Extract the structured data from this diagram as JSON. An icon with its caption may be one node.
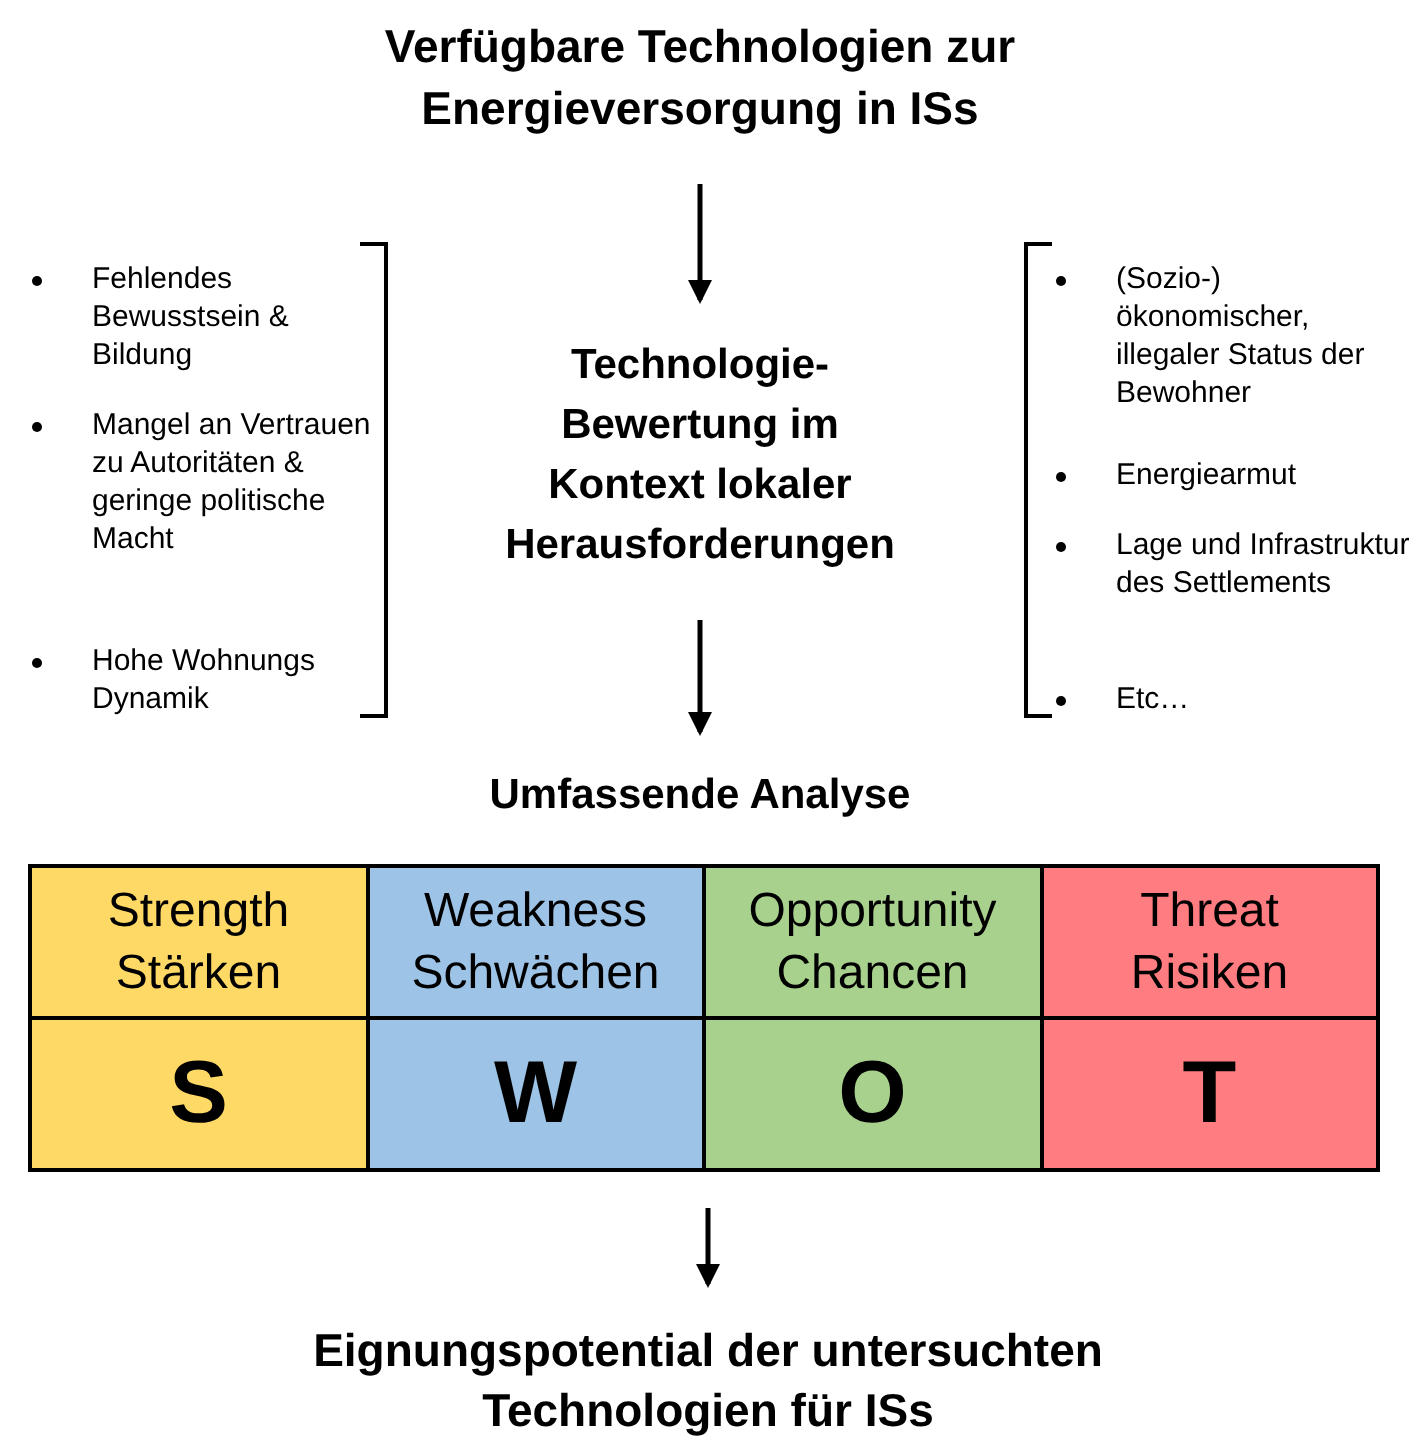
{
  "diagram": {
    "nodes": [
      {
        "text": [
          "Verfügbare Technologien zur Energieversorgung in ISs"
        ]
      },
      {
        "text": [
          "Technologie-Bewertung im Kontext lokaler Herausforderungen"
        ]
      },
      {
        "text": [
          "Umfassende Analyse"
        ]
      },
      {
        "text": [],
        "shape": "box"
      },
      {
        "text": [
          "Strength Stärken",
          "S"
        ],
        "in": 3
      },
      {
        "text": [
          "Weakness Schwächen",
          "W"
        ],
        "in": 3
      },
      {
        "text": [
          "Opportunity Chancen",
          "O"
        ],
        "in": 3
      },
      {
        "text": [
          "Threat Risiken",
          "T"
        ],
        "in": 3
      },
      {
        "text": [
          "Eignungspotential der untersuchten Technologien für ISs"
        ]
      }
    ],
    "edges": [
      {
        "from": 0,
        "to": 1,
        "arrow": "to"
      },
      {
        "from": 1,
        "to": 2,
        "arrow": "to"
      },
      {
        "from": 3,
        "to": 8,
        "arrow": "to"
      }
    ],
    "labels": [
      "Fehlendes Bewusstsein & Bildung",
      "Mangel an Vertrauen zu Autoritäten & geringe politische Macht",
      "Hohe Wohnungs Dynamik",
      "(Sozio-) ökonomischer, illegaler Status der Bewohner",
      "Energiearmut",
      "Lage und Infrastruktur des Settlements",
      "Etc…"
    ]
  }
}
